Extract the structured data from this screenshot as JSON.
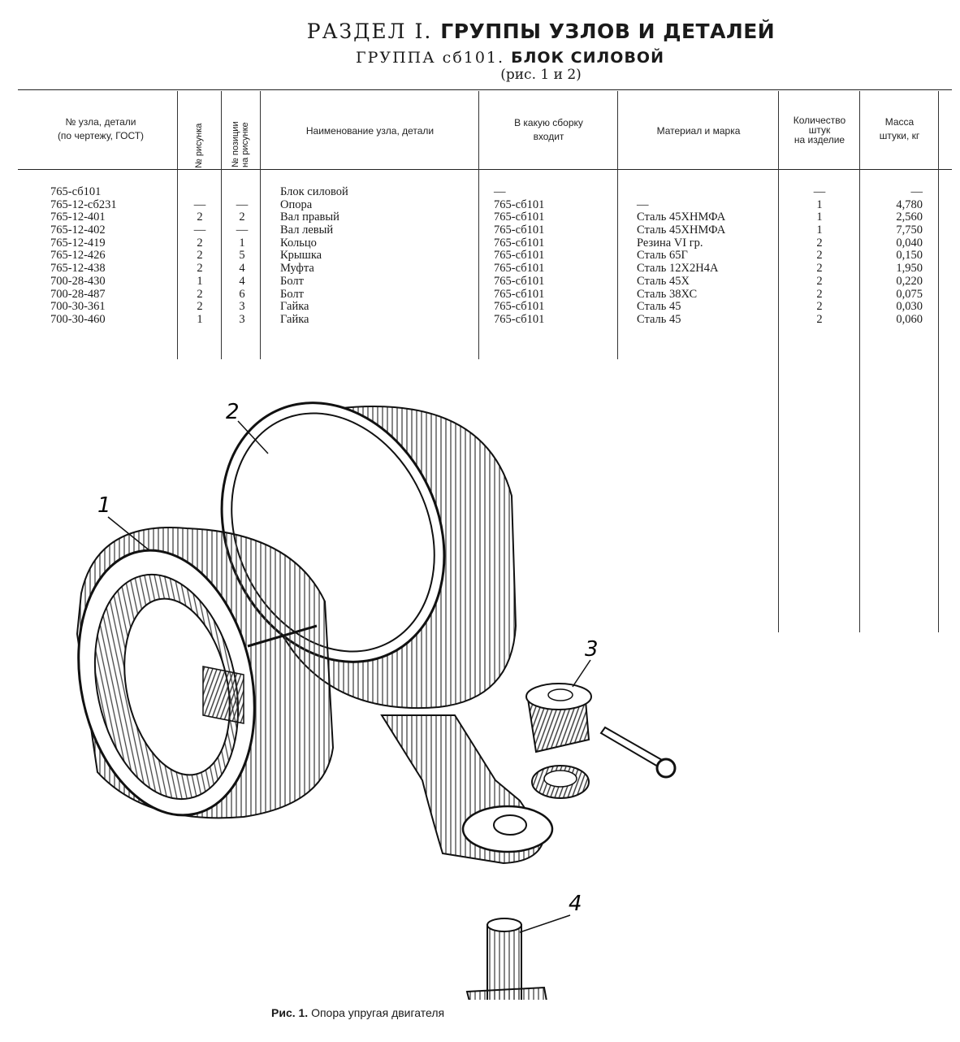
{
  "header": {
    "section_prefix": "РАЗДЕЛ I.",
    "section_title": "ГРУППЫ УЗЛОВ И ДЕТАЛЕЙ",
    "group_prefix": "ГРУППА сб101.",
    "group_title": "БЛОК СИЛОВОЙ",
    "figure_ref": "(рис. 1 и 2)"
  },
  "columns": {
    "part_no": "№ узла, детали\n(по чертежу, ГОСТ)",
    "figure_no": "№ рисунка",
    "position_no": "№ позиции\nна рисунке",
    "name": "Наименование узла, детали",
    "assembly": "В какую сборку\nвходит",
    "material": "Материал и марка",
    "quantity": "Количество\nштук\nна изделие",
    "mass": "Масса\nштуки, кг"
  },
  "rows": [
    {
      "part": "765-сб101",
      "fig": "",
      "pos": "",
      "name": "Блок силовой",
      "assembly": "—",
      "material": "",
      "qty": "—",
      "mass": "—"
    },
    {
      "part": "765-12-сб231",
      "fig": "—",
      "pos": "—",
      "name": "Опора",
      "assembly": "765-сб101",
      "material": "—",
      "qty": "1",
      "mass": "4,780"
    },
    {
      "part": "765-12-401",
      "fig": "2",
      "pos": "2",
      "name": "Вал правый",
      "assembly": "765-сб101",
      "material": "Сталь 45ХНМФА",
      "qty": "1",
      "mass": "2,560"
    },
    {
      "part": "765-12-402",
      "fig": "—",
      "pos": "—",
      "name": "Вал левый",
      "assembly": "765-сб101",
      "material": "Сталь 45ХНМФА",
      "qty": "1",
      "mass": "7,750"
    },
    {
      "part": "765-12-419",
      "fig": "2",
      "pos": "1",
      "name": "Кольцо",
      "assembly": "765-сб101",
      "material": "Резина VI гр.",
      "qty": "2",
      "mass": "0,040"
    },
    {
      "part": "765-12-426",
      "fig": "2",
      "pos": "5",
      "name": "Крышка",
      "assembly": "765-сб101",
      "material": "Сталь 65Г",
      "qty": "2",
      "mass": "0,150"
    },
    {
      "part": "765-12-438",
      "fig": "2",
      "pos": "4",
      "name": "Муфта",
      "assembly": "765-сб101",
      "material": "Сталь 12Х2Н4А",
      "qty": "2",
      "mass": "1,950"
    },
    {
      "part": "700-28-430",
      "fig": "1",
      "pos": "4",
      "name": "Болт",
      "assembly": "765-сб101",
      "material": "Сталь 45Х",
      "qty": "2",
      "mass": "0,220"
    },
    {
      "part": "700-28-487",
      "fig": "2",
      "pos": "6",
      "name": "Болт",
      "assembly": "765-сб101",
      "material": "Сталь 38ХС",
      "qty": "2",
      "mass": "0,075"
    },
    {
      "part": "700-30-361",
      "fig": "2",
      "pos": "3",
      "name": "Гайка",
      "assembly": "765-сб101",
      "material": "Сталь 45",
      "qty": "2",
      "mass": "0,030"
    },
    {
      "part": "700-30-460",
      "fig": "1",
      "pos": "3",
      "name": "Гайка",
      "assembly": "765-сб101",
      "material": "Сталь 45",
      "qty": "2",
      "mass": "0,060"
    }
  ],
  "figure": {
    "labels": [
      "1",
      "2",
      "3",
      "4"
    ],
    "caption_prefix": "Рис. 1.",
    "caption_text": "Опора упругая двигателя"
  }
}
